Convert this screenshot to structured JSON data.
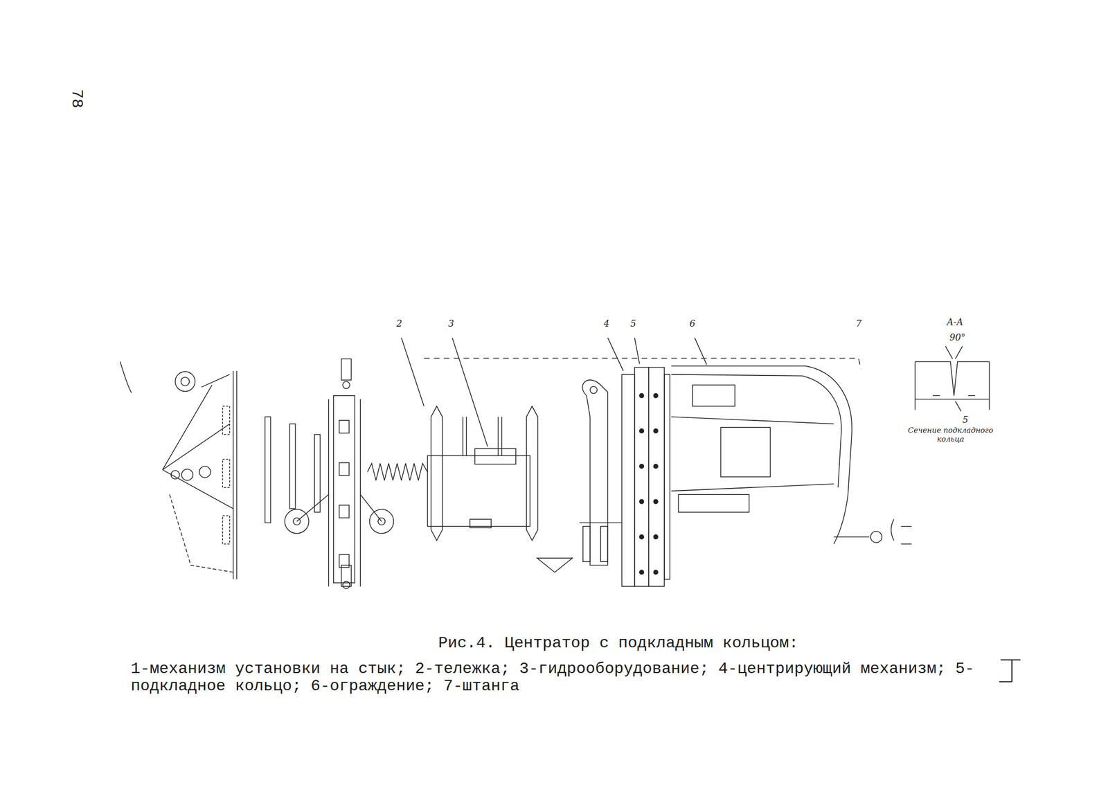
{
  "diagram": {
    "caption": "Рис.4. Центратор с подкладным кольцом:",
    "labels": [
      "78",
      "2",
      "3",
      "4",
      "5",
      "6",
      "7",
      "А-А",
      "90°",
      "5",
      "Сечение подкладного кольца",
      "1-механизм установки на стык; 2-тележка; 3-гидрооборудование; 4-центрирующий механизм; 5- подкладное кольцо; 6-ограждение; 7-штанга"
    ]
  }
}
